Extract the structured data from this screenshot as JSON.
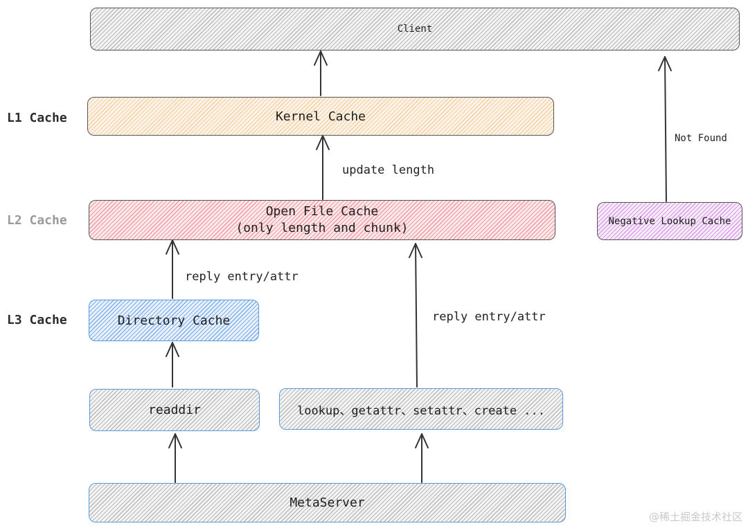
{
  "levels": {
    "l1": "L1 Cache",
    "l2": "L2 Cache",
    "l3": "L3 Cache"
  },
  "nodes": {
    "client": "Client",
    "kernel_cache": "Kernel Cache",
    "open_file_cache_line1": "Open File Cache",
    "open_file_cache_line2": "(only length and chunk)",
    "negative_lookup_cache": "Negative Lookup Cache",
    "directory_cache": "Directory Cache",
    "readdir": "readdir",
    "lookup_ops": "lookup、getattr、setattr、create ...",
    "metaserver": "MetaServer"
  },
  "edges": {
    "update_length": "update length",
    "not_found": "Not Found",
    "reply_entry_attr_left": "reply entry/attr",
    "reply_entry_attr_right": "reply entry/attr"
  },
  "watermark": "@稀土掘金技术社区",
  "colors": {
    "gray": "#b9b9b9",
    "orange": "#f3cfa6",
    "red": "#f19aa3",
    "blue": "#5a9be0",
    "purple": "#d79ae6"
  }
}
